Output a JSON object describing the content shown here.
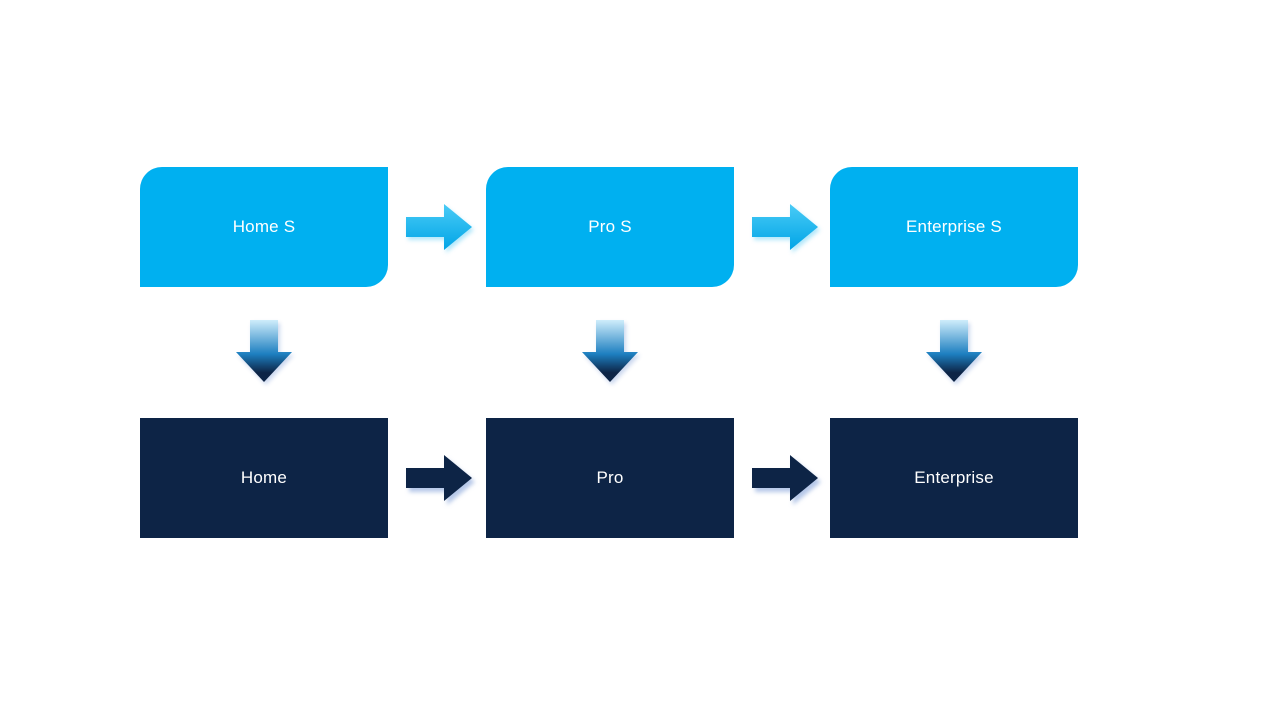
{
  "diagram": {
    "top_row": [
      {
        "label": "Home S"
      },
      {
        "label": "Pro S"
      },
      {
        "label": "Enterprise S"
      }
    ],
    "bottom_row": [
      {
        "label": "Home"
      },
      {
        "label": "Pro"
      },
      {
        "label": "Enterprise"
      }
    ],
    "icons": {
      "horizontal_arrow": "right-arrow-icon",
      "vertical_arrow": "down-arrow-icon"
    },
    "colors": {
      "top_box": "#00B0F0",
      "bottom_box": "#0D2446",
      "arrow_light": "#00B0F0",
      "arrow_dark": "#0D2446",
      "text": "#FFFFFF",
      "background": "#FFFFFF"
    }
  }
}
